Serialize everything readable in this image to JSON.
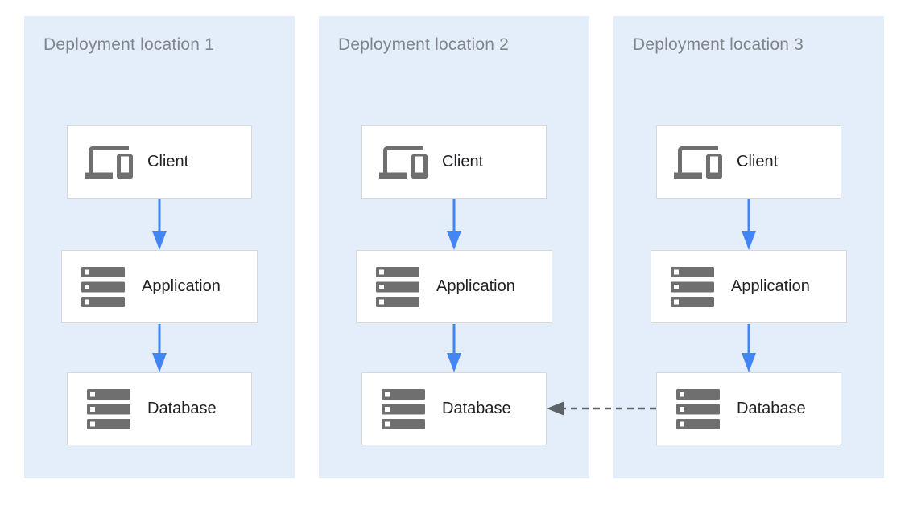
{
  "diagram": {
    "panels": [
      {
        "title": "Deployment location 1",
        "nodes": [
          {
            "label": "Client",
            "icon": "devices-icon"
          },
          {
            "label": "Application",
            "icon": "server-stack-icon"
          },
          {
            "label": "Database",
            "icon": "server-stack-icon"
          }
        ]
      },
      {
        "title": "Deployment location 2",
        "nodes": [
          {
            "label": "Client",
            "icon": "devices-icon"
          },
          {
            "label": "Application",
            "icon": "server-stack-icon"
          },
          {
            "label": "Database",
            "icon": "server-stack-icon"
          }
        ]
      },
      {
        "title": "Deployment location 3",
        "nodes": [
          {
            "label": "Client",
            "icon": "devices-icon"
          },
          {
            "label": "Application",
            "icon": "server-stack-icon"
          },
          {
            "label": "Database",
            "icon": "server-stack-icon"
          }
        ]
      }
    ],
    "flows": [
      {
        "panel": "Deployment location 1",
        "from": "Client",
        "to": "Application",
        "style": "solid",
        "color": "#4285f4"
      },
      {
        "panel": "Deployment location 1",
        "from": "Application",
        "to": "Database",
        "style": "solid",
        "color": "#4285f4"
      },
      {
        "panel": "Deployment location 2",
        "from": "Client",
        "to": "Application",
        "style": "solid",
        "color": "#4285f4"
      },
      {
        "panel": "Deployment location 2",
        "from": "Application",
        "to": "Database",
        "style": "solid",
        "color": "#4285f4"
      },
      {
        "panel": "Deployment location 3",
        "from": "Client",
        "to": "Application",
        "style": "solid",
        "color": "#4285f4"
      },
      {
        "panel": "Deployment location 3",
        "from": "Application",
        "to": "Database",
        "style": "solid",
        "color": "#4285f4"
      },
      {
        "from": "Deployment location 3 / Database",
        "to": "Deployment location 2 / Database",
        "style": "dashed",
        "color": "#5f6368"
      }
    ],
    "colors": {
      "panel_background": "#e4eefb",
      "solid_arrow": "#4285f4",
      "dashed_arrow": "#5f6368",
      "icon_gray": "#6f6f6f",
      "node_border": "#d8d8d8",
      "node_background": "#ffffff",
      "panel_title_text": "#81868c",
      "node_label_text": "#202124"
    }
  }
}
